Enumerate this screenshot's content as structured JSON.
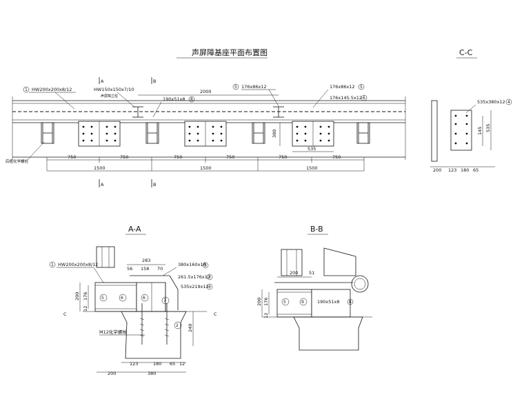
{
  "titles": {
    "plan": "声屏障基座平面布置图",
    "cc": "C-C",
    "aa": "A-A",
    "bb": "B-B"
  },
  "plan": {
    "hw_label": "HW200x200x8/12",
    "hw_number": "1",
    "col_label": "HW150x150x7/10",
    "col_sub": "声屏障立柱",
    "plate_190": "190x51x8",
    "plate_190_no": "8",
    "plate_176_86_a": "176x86x12",
    "plate_176_86_a_no": "5",
    "plate_176_86_b": "176x86x12",
    "plate_176_86_b_no": "5",
    "plate_176_145": "176x145.5x12",
    "plate_176_145_no": "6",
    "dim_2000": "2000",
    "dim_380": "380",
    "dim_535": "535",
    "dims_750": [
      "750",
      "750",
      "750",
      "750",
      "750",
      "750"
    ],
    "dims_1500": [
      "1500",
      "1500",
      "1500"
    ],
    "section_a": "A",
    "section_b": "B",
    "anchor_label": "后植化学螺栓"
  },
  "cc": {
    "plate": "535x380x12",
    "plate_no": "4",
    "dim_145": "145",
    "dim_535": "535",
    "bottom_dims": [
      "200",
      "123",
      "180",
      "65"
    ]
  },
  "aa": {
    "hw_label": "HW200x200x8/12",
    "hw_no": "1",
    "dims_top": [
      "283",
      "56",
      "158",
      "70"
    ],
    "plate_380": "380x160x16",
    "plate_380_no": "3",
    "plate_261": "261.5x176x12",
    "plate_261_no": "3",
    "plate_535": "535x219x12",
    "plate_535_no": "4",
    "num_5": "5",
    "num_6a": "6",
    "num_6b": "6",
    "num_7": "7",
    "num_2": "2",
    "dim_200": "200",
    "dim_176": "176",
    "dim_12": "12",
    "dim_240": "240",
    "bolt_label": "M12化学螺栓",
    "bottom_dims_1": [
      "123",
      "180",
      "65",
      "12"
    ],
    "bottom_dims_2": [
      "200",
      "380"
    ],
    "cut_c1": "C",
    "cut_c2": "C"
  },
  "bb": {
    "dim_200_top": "200",
    "dim_51": "51",
    "plate_190": "190x51x8",
    "plate_190_no": "8",
    "num_5": "5",
    "num_9": "9",
    "dim_200": "200",
    "dim_176": "176",
    "dim_12": "12"
  }
}
